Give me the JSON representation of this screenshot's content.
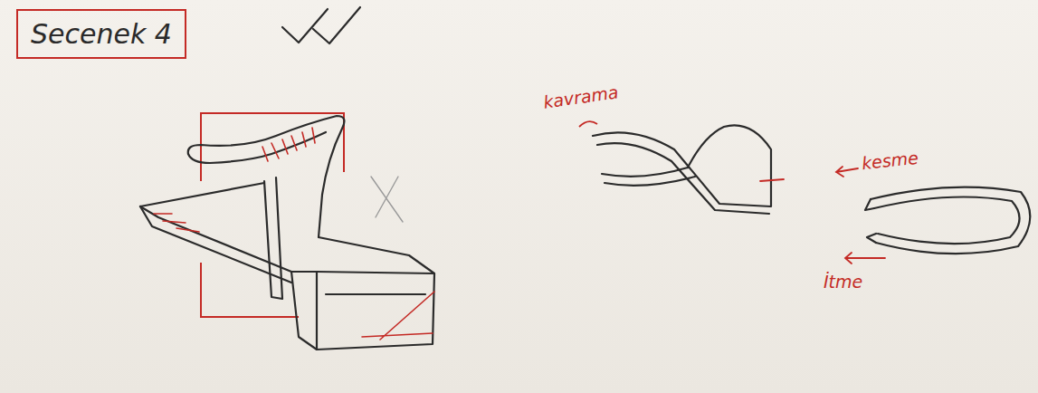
{
  "diagram": {
    "nodes": [
      {
        "text": [
          "Secenek 4"
        ]
      }
    ],
    "labels": [
      "kavrama",
      "kesme",
      "İtme"
    ]
  }
}
